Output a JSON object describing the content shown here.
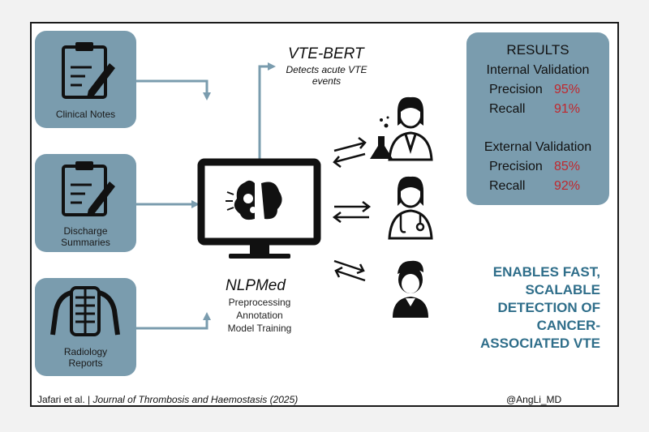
{
  "inputs": [
    {
      "label": "Clinical Notes",
      "icon": "clipboard-icon"
    },
    {
      "label": "Discharge\nSummaries",
      "icon": "clipboard-icon"
    },
    {
      "label": "Radiology\nReports",
      "icon": "xray-skeleton-icon"
    }
  ],
  "model": {
    "name": "NLPMed",
    "steps": [
      "Preprocessing",
      "Annotation",
      "Model Training"
    ],
    "icon": "monitor-brain-icon"
  },
  "output": {
    "name": "VTE-BERT",
    "description": "Detects acute VTE events"
  },
  "users": [
    {
      "icon": "scientist-icon"
    },
    {
      "icon": "doctor-icon"
    },
    {
      "icon": "patient-icon"
    }
  ],
  "results": {
    "title": "RESULTS",
    "internal": {
      "heading": "Internal Validation",
      "precision_label": "Precision",
      "precision": "95%",
      "recall_label": "Recall",
      "recall": "91%"
    },
    "external": {
      "heading": "External Validation",
      "precision_label": "Precision",
      "precision": "85%",
      "recall_label": "Recall",
      "recall": "92%"
    }
  },
  "tagline": [
    "ENABLES FAST,",
    "SCALABLE",
    "DETECTION OF",
    "CANCER-",
    "ASSOCIATED VTE"
  ],
  "footer": {
    "authors": "Jafari et al. | ",
    "journal": "Journal of Thrombosis and Haemostasis (2025)",
    "handle": "@AngLi_MD"
  },
  "colors": {
    "card": "#7a9cae",
    "arrow": "#7a9cae",
    "accent_red": "#c0272d",
    "accent_blue": "#2f6e8a"
  }
}
